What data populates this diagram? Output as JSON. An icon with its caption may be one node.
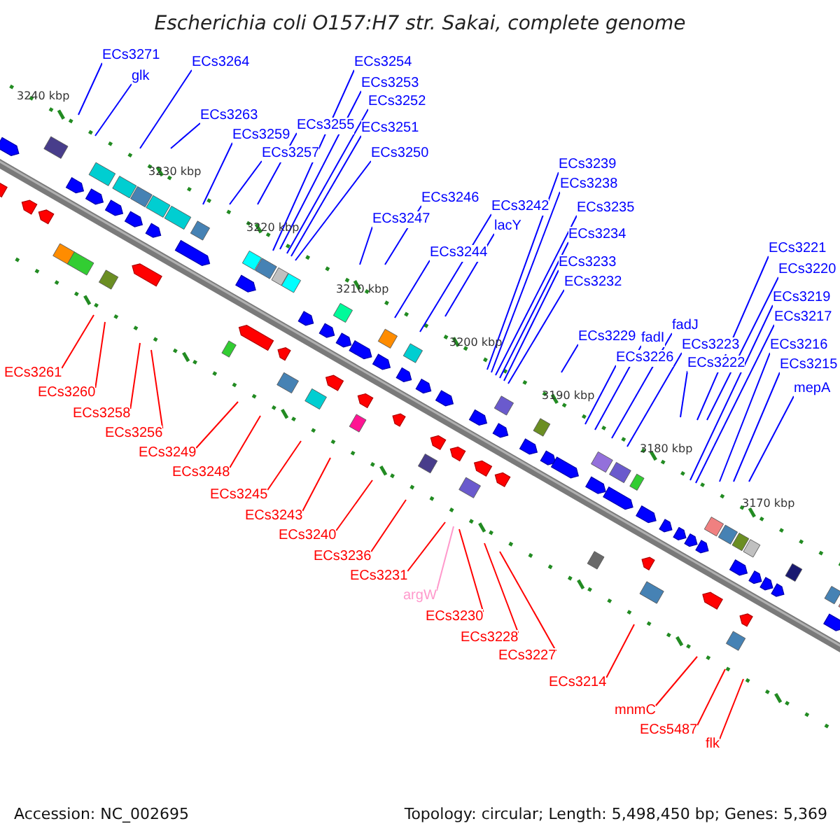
{
  "diagram": {
    "title": "Escherichia coli O157:H7 str. Sakai, complete genome",
    "nodes": [
      {
        "text": [
          "ECs3271"
        ]
      },
      {
        "text": [
          "glk"
        ]
      },
      {
        "text": [
          "ECs3264"
        ]
      },
      {
        "text": [
          "ECs3263"
        ]
      },
      {
        "text": [
          "ECs3259"
        ]
      },
      {
        "text": [
          "ECs3257"
        ]
      },
      {
        "text": [
          "ECs3255"
        ]
      },
      {
        "text": [
          "ECs3254"
        ]
      },
      {
        "text": [
          "ECs3253"
        ]
      },
      {
        "text": [
          "ECs3252"
        ]
      },
      {
        "text": [
          "ECs3251"
        ]
      },
      {
        "text": [
          "ECs3250"
        ]
      },
      {
        "text": [
          "ECs3246"
        ]
      },
      {
        "text": [
          "ECs3247"
        ]
      },
      {
        "text": [
          "ECs3244"
        ]
      },
      {
        "text": [
          "ECs3242"
        ]
      },
      {
        "text": [
          "lacY"
        ]
      },
      {
        "text": [
          "ECs3239"
        ]
      },
      {
        "text": [
          "ECs3238"
        ]
      },
      {
        "text": [
          "ECs3235"
        ]
      },
      {
        "text": [
          "ECs3234"
        ]
      },
      {
        "text": [
          "ECs3233"
        ]
      },
      {
        "text": [
          "ECs3232"
        ]
      },
      {
        "text": [
          "ECs3229"
        ]
      },
      {
        "text": [
          "ECs3226"
        ]
      },
      {
        "text": [
          "fadI"
        ]
      },
      {
        "text": [
          "fadJ"
        ]
      },
      {
        "text": [
          "ECs3223"
        ]
      },
      {
        "text": [
          "ECs3222"
        ]
      },
      {
        "text": [
          "ECs3221"
        ]
      },
      {
        "text": [
          "ECs3220"
        ]
      },
      {
        "text": [
          "ECs3219"
        ]
      },
      {
        "text": [
          "ECs3217"
        ]
      },
      {
        "text": [
          "ECs3216"
        ]
      },
      {
        "text": [
          "ECs3215"
        ]
      },
      {
        "text": [
          "mepA"
        ]
      },
      {
        "text": [
          "ECs3261"
        ]
      },
      {
        "text": [
          "ECs3260"
        ]
      },
      {
        "text": [
          "ECs3258"
        ]
      },
      {
        "text": [
          "ECs3256"
        ]
      },
      {
        "text": [
          "ECs3249"
        ]
      },
      {
        "text": [
          "ECs3248"
        ]
      },
      {
        "text": [
          "ECs3245"
        ]
      },
      {
        "text": [
          "ECs3243"
        ]
      },
      {
        "text": [
          "ECs3240"
        ]
      },
      {
        "text": [
          "ECs3236"
        ]
      },
      {
        "text": [
          "ECs3231"
        ]
      },
      {
        "text": [
          "argW"
        ]
      },
      {
        "text": [
          "ECs3230"
        ]
      },
      {
        "text": [
          "ECs3228"
        ]
      },
      {
        "text": [
          "ECs3227"
        ]
      },
      {
        "text": [
          "ECs3214"
        ]
      },
      {
        "text": [
          "mnmC"
        ]
      },
      {
        "text": [
          "ECs5487"
        ]
      },
      {
        "text": [
          "flk"
        ]
      }
    ],
    "edges": [
      {
        "from": 0,
        "to": null,
        "arrow": "none"
      },
      {
        "from": 1,
        "to": null,
        "arrow": "none"
      },
      {
        "from": 2,
        "to": null,
        "arrow": "none"
      },
      {
        "from": 3,
        "to": null,
        "arrow": "none"
      },
      {
        "from": 4,
        "to": null,
        "arrow": "none"
      },
      {
        "from": 5,
        "to": null,
        "arrow": "none"
      },
      {
        "from": 6,
        "to": null,
        "arrow": "none"
      },
      {
        "from": 7,
        "to": null,
        "arrow": "none"
      },
      {
        "from": 8,
        "to": null,
        "arrow": "none"
      },
      {
        "from": 9,
        "to": null,
        "arrow": "none"
      },
      {
        "from": 10,
        "to": null,
        "arrow": "none"
      },
      {
        "from": 11,
        "to": null,
        "arrow": "none"
      },
      {
        "from": 12,
        "to": null,
        "arrow": "none"
      },
      {
        "from": 13,
        "to": null,
        "arrow": "none"
      },
      {
        "from": 14,
        "to": null,
        "arrow": "none"
      },
      {
        "from": 15,
        "to": null,
        "arrow": "none"
      },
      {
        "from": 16,
        "to": null,
        "arrow": "none"
      },
      {
        "from": 17,
        "to": null,
        "arrow": "none"
      },
      {
        "from": 18,
        "to": null,
        "arrow": "none"
      },
      {
        "from": 19,
        "to": null,
        "arrow": "none"
      },
      {
        "from": 20,
        "to": null,
        "arrow": "none"
      },
      {
        "from": 21,
        "to": null,
        "arrow": "none"
      },
      {
        "from": 22,
        "to": null,
        "arrow": "none"
      },
      {
        "from": 23,
        "to": null,
        "arrow": "none"
      },
      {
        "from": 24,
        "to": null,
        "arrow": "none"
      },
      {
        "from": 25,
        "to": null,
        "arrow": "none"
      },
      {
        "from": 26,
        "to": null,
        "arrow": "none"
      },
      {
        "from": 27,
        "to": null,
        "arrow": "none"
      },
      {
        "from": 28,
        "to": null,
        "arrow": "none"
      },
      {
        "from": 29,
        "to": null,
        "arrow": "none"
      },
      {
        "from": 30,
        "to": null,
        "arrow": "none"
      },
      {
        "from": 31,
        "to": null,
        "arrow": "none"
      },
      {
        "from": 32,
        "to": null,
        "arrow": "none"
      },
      {
        "from": 33,
        "to": null,
        "arrow": "none"
      },
      {
        "from": 34,
        "to": null,
        "arrow": "none"
      },
      {
        "from": 35,
        "to": null,
        "arrow": "none"
      },
      {
        "from": 36,
        "to": null,
        "arrow": "none",
        "color": "#ff0000"
      },
      {
        "from": 37,
        "to": null,
        "arrow": "none",
        "color": "#ff0000"
      },
      {
        "from": 38,
        "to": null,
        "arrow": "none",
        "color": "#ff0000"
      },
      {
        "from": 39,
        "to": null,
        "arrow": "none",
        "color": "#ff0000"
      },
      {
        "from": 40,
        "to": null,
        "arrow": "none",
        "color": "#ff0000"
      },
      {
        "from": 41,
        "to": null,
        "arrow": "none",
        "color": "#ff0000"
      },
      {
        "from": 42,
        "to": null,
        "arrow": "none",
        "color": "#ff0000"
      },
      {
        "from": 43,
        "to": null,
        "arrow": "none",
        "color": "#ff0000"
      },
      {
        "from": 44,
        "to": null,
        "arrow": "none",
        "color": "#ff0000"
      },
      {
        "from": 45,
        "to": null,
        "arrow": "none",
        "color": "#ff0000"
      },
      {
        "from": 46,
        "to": null,
        "arrow": "none",
        "color": "#ff0000"
      },
      {
        "from": 47,
        "to": null,
        "arrow": "none",
        "color": "#ff99cc"
      },
      {
        "from": 48,
        "to": null,
        "arrow": "none",
        "color": "#ff0000"
      },
      {
        "from": 49,
        "to": null,
        "arrow": "none",
        "color": "#ff0000"
      },
      {
        "from": 50,
        "to": null,
        "arrow": "none",
        "color": "#ff0000"
      },
      {
        "from": 51,
        "to": null,
        "arrow": "none",
        "color": "#ff0000"
      },
      {
        "from": 52,
        "to": null,
        "arrow": "none",
        "color": "#ff0000"
      },
      {
        "from": 53,
        "to": null,
        "arrow": "none",
        "color": "#ff0000"
      },
      {
        "from": 54,
        "to": null,
        "arrow": "none",
        "color": "#ff0000"
      }
    ],
    "labels": [
      "3240 kbp",
      "3230 kbp",
      "3220 kbp",
      "3210 kbp",
      "3200 kbp",
      "3190 kbp",
      "3180 kbp",
      "3170 kbp",
      "Accession: NC_002695",
      "Topology: circular; Length: 5,498,450 bp; Genes: 5,369"
    ]
  }
}
